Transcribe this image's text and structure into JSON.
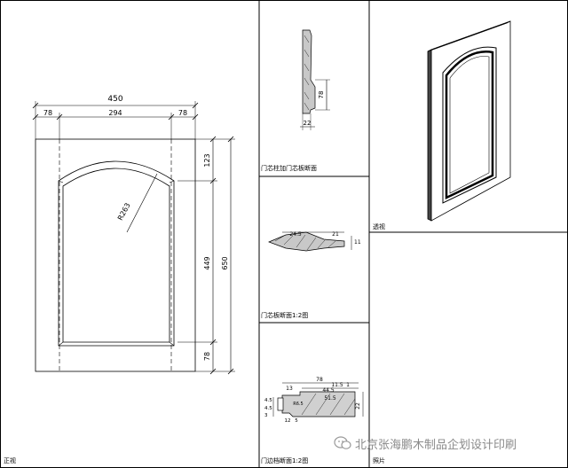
{
  "panels": {
    "front_view": "正视",
    "stile_section": "门芯柱加门芯板断面",
    "core_section": "门芯板断面1:2图",
    "frame_section": "门边档断面1:2图",
    "perspective": "透视",
    "photo": "照片"
  },
  "front_dims": {
    "overall_width": "450",
    "left_rail": "78",
    "center": "294",
    "right_rail": "78",
    "top": "123",
    "middle": "449",
    "bottom": "78",
    "overall_height": "650",
    "radius": "R263"
  },
  "stile_dims": {
    "height": "78",
    "width": "22"
  },
  "core_dims": {
    "a": "24.5",
    "b": "21",
    "c": "11"
  },
  "frame_dims": {
    "total": "78",
    "a": "11.5",
    "b": "1",
    "c": "44.5",
    "d": "51.5",
    "e": "13",
    "f": "R6.5",
    "g": "4.5",
    "h": "4.5",
    "i": "3",
    "j": "12",
    "k": "22",
    "l": "5"
  },
  "watermark": "北京张海鹏木制品企划设计印刷",
  "colors": {
    "line": "#000000",
    "watermark": "#8a8a8a"
  }
}
